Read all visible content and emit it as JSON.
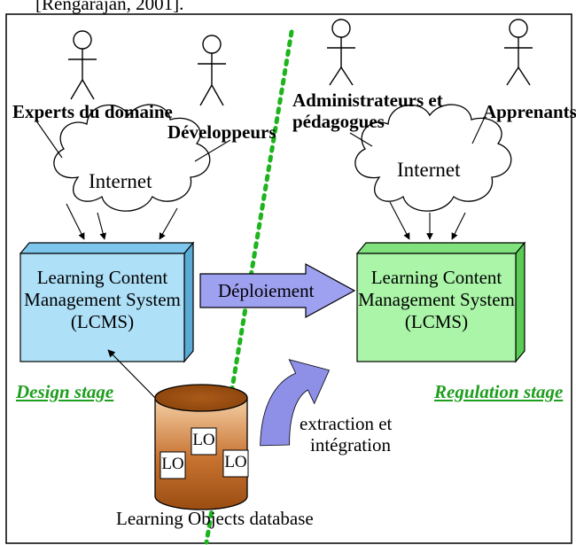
{
  "header_fragment": "[Rengarajan, 2001].",
  "actors_left": {
    "experts": "Experts du domaine",
    "developers": "Développeurs"
  },
  "actors_right": {
    "admins_line1": "Administrateurs et",
    "admins_line2": "pédagogues",
    "learners": "Apprenants"
  },
  "cloud_left": "Internet",
  "cloud_right": "Internet",
  "lcms_left": {
    "line1": "Learning Content",
    "line2": "Management  System",
    "line3": "(LCMS)"
  },
  "lcms_right": {
    "line1": "Learning Content",
    "line2": "Management  System",
    "line3": "(LCMS)"
  },
  "deploy_label": "Déploiement",
  "stage_left": "Design stage",
  "stage_right": "Regulation stage",
  "extraction_line1": "extraction et",
  "extraction_line2": "intégration",
  "lo_label": "LO",
  "database_label": "Learning Objects database",
  "colors": {
    "lcms_left_fill": "#aee0f8",
    "lcms_right_fill": "#aaf5a8",
    "deploy_arrow": "#9ea0f0",
    "db_brown": "#b8651f",
    "separator_green": "#1db41d",
    "stage_green": "#1e9e1e"
  }
}
